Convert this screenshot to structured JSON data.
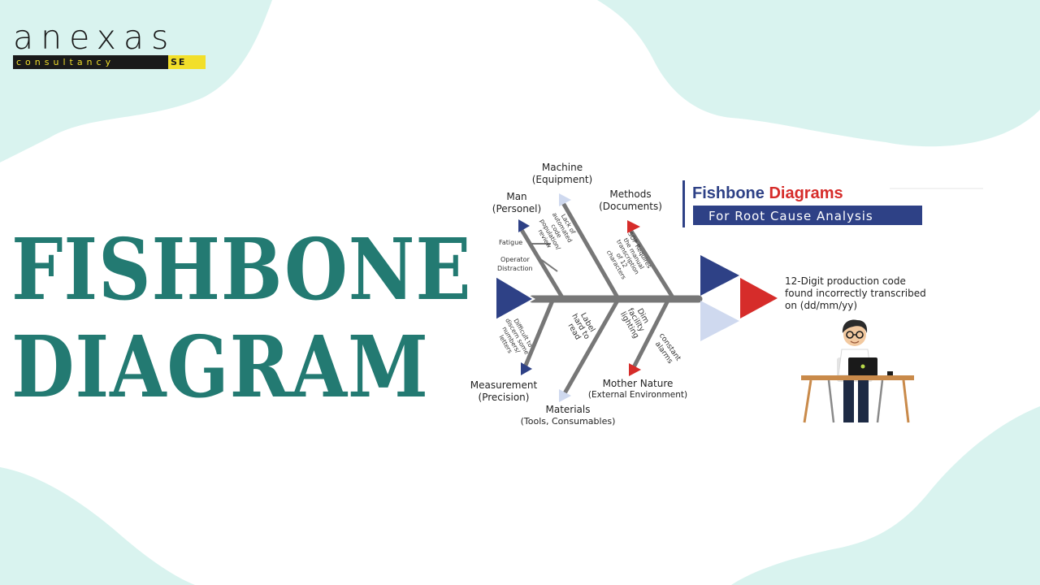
{
  "brand": {
    "name": "anexas",
    "tagline": "consultancy",
    "suffix": "SE"
  },
  "headline": {
    "line1": "FISHBONE",
    "line2": "DIAGRAM"
  },
  "fishbone": {
    "title_part1": "Fishbone ",
    "title_part2": "Diagrams",
    "subtitle": "For Root Cause Analysis",
    "effect": [
      "12-Digit production code",
      "found incorrectly transcribed",
      "on (dd/mm/yy)"
    ],
    "categories": {
      "man": [
        "Man",
        "(Personel)"
      ],
      "machine": [
        "Machine",
        "(Equipment)"
      ],
      "methods": [
        "Methods",
        "(Documents)"
      ],
      "measurement": [
        "Measurement",
        "(Precision)"
      ],
      "materials": [
        "Materials",
        "(Tools, Consumables)"
      ],
      "mother_nature": [
        "Mother Nature",
        "(External Environment)"
      ]
    },
    "causes": {
      "fatigue": "Fatigue",
      "operator_distraction": [
        "Operator",
        "Distraction"
      ],
      "lack_automated": [
        "Lack of",
        "automated",
        "code",
        "population/",
        "review"
      ],
      "sop": [
        "SOP Requires",
        "the manual",
        "transcription",
        "of 12",
        "characters"
      ],
      "difficult": [
        "Difficult to",
        "discern some",
        "numbers/",
        "letters"
      ],
      "label": [
        "Label",
        "hard to",
        "read"
      ],
      "dim": [
        "Dim",
        "facility",
        "lighting"
      ],
      "alarms": [
        "constant",
        "alarms"
      ]
    },
    "colors": {
      "navy": "#2e4186",
      "red": "#d62c2a",
      "light": "#cfd9ef",
      "spine": "#777777"
    }
  },
  "colors": {
    "teal": "#237a72",
    "mint": "#d9f3ef"
  }
}
